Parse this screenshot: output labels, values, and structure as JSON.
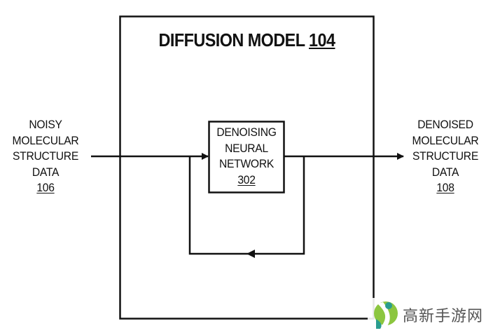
{
  "diagram": {
    "title": "DIFFUSION MODEL",
    "title_ref": "104",
    "input": {
      "lines": [
        "NOISY",
        "MOLECULAR",
        "STRUCTURE",
        "DATA"
      ],
      "ref": "106"
    },
    "network": {
      "lines": [
        "DENOISING",
        "NEURAL",
        "NETWORK"
      ],
      "ref": "302"
    },
    "output": {
      "lines": [
        "DENOISED",
        "MOLECULAR",
        "STRUCTURE",
        "DATA"
      ],
      "ref": "108"
    }
  },
  "watermark": {
    "text": "高新手游网",
    "colors": {
      "green": "#8cc63f",
      "teal": "#2a9d8f"
    }
  },
  "colors": {
    "line": "#111111",
    "background": "#ffffff"
  }
}
